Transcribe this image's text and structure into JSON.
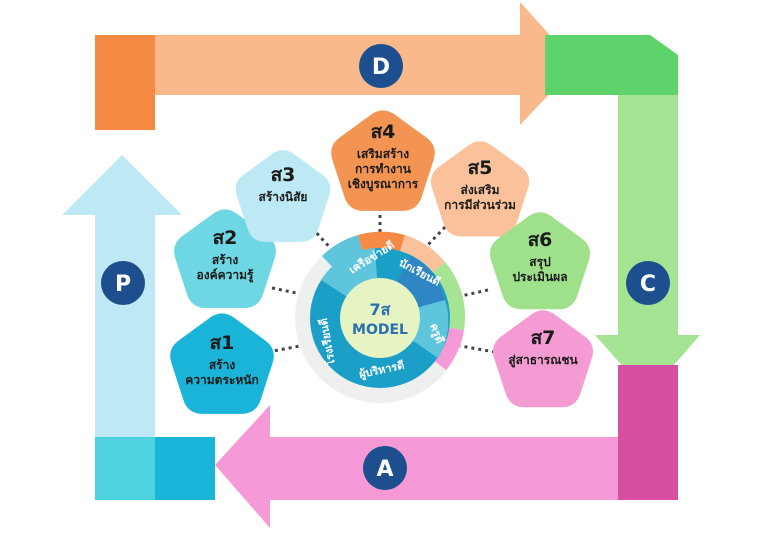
{
  "pdca": {
    "P": "P",
    "D": "D",
    "C": "C",
    "A": "A",
    "circle_color": "#1d4f8f"
  },
  "center": {
    "line1": "7ส",
    "line2": "MODEL",
    "ring": {
      "network": "เครือข่ายดี",
      "students": "นักเรียนดี",
      "teachers": "ครูดี",
      "admin": "ผู้บริหารดี",
      "school": "โรงเรียนดี"
    }
  },
  "steps": [
    {
      "title": "ส1",
      "lines": [
        "สร้าง",
        "ความตระหนัก"
      ],
      "color": "#1ab4d8"
    },
    {
      "title": "ส2",
      "lines": [
        "สร้าง",
        "องค์ความรู้"
      ],
      "color": "#6ed7e3"
    },
    {
      "title": "ส3",
      "lines": [
        "สร้างนิสัย"
      ],
      "color": "#bde9f4"
    },
    {
      "title": "ส4",
      "lines": [
        "เสริมสร้าง",
        "การทำงาน",
        "เชิงบูรณาการ"
      ],
      "color": "#f39452"
    },
    {
      "title": "ส5",
      "lines": [
        "ส่งเสริม",
        "การมีส่วนร่วม"
      ],
      "color": "#fbc19b"
    },
    {
      "title": "ส6",
      "lines": [
        "สรุป",
        "ประเมินผล"
      ],
      "color": "#9fe08b"
    },
    {
      "title": "ส7",
      "lines": [
        "สู่สาธารณชน"
      ],
      "color": "#f49bd3"
    }
  ],
  "colors": {
    "arrow_p": "#bfe8f6",
    "arrow_p_dark": "#4fd2e0",
    "arrow_d": "#f9b98b",
    "arrow_d_dark": "#f58a45",
    "arrow_c": "#a4e493",
    "arrow_c_dark": "#5fd36b",
    "arrow_a": "#f59ad6",
    "arrow_a_dark": "#d64fa1",
    "ring_dark": "#1b9fc7",
    "ring_light": "#5ec5dd",
    "center_fill": "#e6f3c2"
  }
}
